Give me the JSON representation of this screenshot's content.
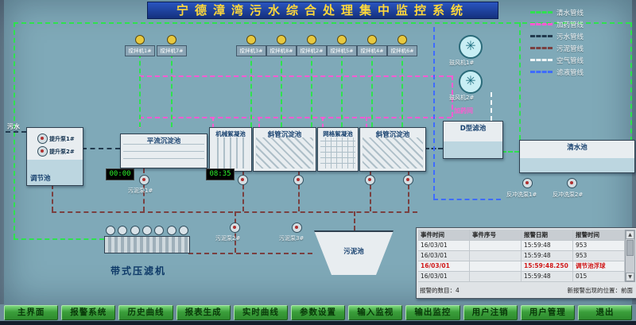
{
  "title": "宁德漳湾污水综合处理集中监控系统",
  "legend": {
    "items": [
      {
        "label": "清水管线",
        "color": "#2ee24e"
      },
      {
        "label": "加药管线",
        "color": "#ff5ad2"
      },
      {
        "label": "污水管线",
        "color": "#223a4e"
      },
      {
        "label": "污泥管线",
        "color": "#7a4040"
      },
      {
        "label": "空气管线",
        "color": "#eef4f6"
      },
      {
        "label": "滤液管线",
        "color": "#3f6cff"
      }
    ]
  },
  "labels": {
    "inlet": "污水",
    "dosing_room": "加药间"
  },
  "tanks": {
    "regulating": "调节池",
    "horizontal_sed": "平流沉淀池",
    "mech_floc": "机械絮凝池",
    "inclined_sed_1": "斜管沉淀池",
    "grid_floc": "网格絮凝池",
    "inclined_sed_2": "斜管沉淀池",
    "d_filter": "D型滤池",
    "clear_water": "清水池",
    "sludge_tank": "污泥池",
    "belt_press": "带式压滤机"
  },
  "mixers": [
    {
      "label": "搅拌机1#"
    },
    {
      "label": "搅拌机7#"
    },
    {
      "label": "搅拌机3#"
    },
    {
      "label": "搅拌机8#"
    },
    {
      "label": "搅拌机2#"
    },
    {
      "label": "搅拌机5#"
    },
    {
      "label": "搅拌机4#"
    },
    {
      "label": "搅拌机6#"
    }
  ],
  "blowers": [
    {
      "label": "鼓风机1#"
    },
    {
      "label": "鼓风机2#"
    }
  ],
  "pumps": {
    "lift1": "提升泵1#",
    "lift2": "提升泵2#",
    "sludge1": "污泥泵1#",
    "sludge2": "污泥泵2#",
    "sludge3": "污泥泵3#",
    "backwash1": "反冲洗泵1#",
    "backwash2": "反冲洗泵2#"
  },
  "timers": {
    "t1": "00:00",
    "t2": "08:35"
  },
  "alarm": {
    "headers": [
      "事件时间",
      "事件序号",
      "报警日期",
      "报警时间"
    ],
    "rows": [
      {
        "c": [
          "16/03/01",
          "",
          "15:59:48",
          "953"
        ]
      },
      {
        "c": [
          "16/03/01",
          "",
          "15:59:48",
          "953"
        ]
      },
      {
        "c": [
          "16/03/01",
          "",
          "15:59:48.250",
          "调节池浮球"
        ]
      },
      {
        "c": [
          "16/03/01",
          "",
          "15:59:48",
          "015"
        ]
      }
    ],
    "count_text": "报警的数目：4",
    "pos_text": "新报警出现的位置：前面"
  },
  "footer": {
    "buttons": [
      "主界面",
      "报警系统",
      "历史曲线",
      "报表生成",
      "实时曲线",
      "参数设置",
      "输入监视",
      "输出监控",
      "用户注销",
      "用户管理",
      "退出"
    ]
  }
}
